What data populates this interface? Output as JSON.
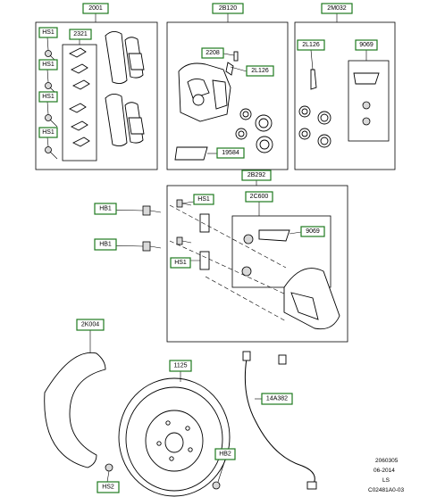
{
  "callouts": {
    "c2001": "2001",
    "c2b120": "2B120",
    "c2m032": "2M032",
    "c_hs1_a": "HS1",
    "c2321": "2321",
    "c_hs1_b": "HS1",
    "c_hs1_c": "HS1",
    "c_hs1_d": "HS1",
    "c2208": "2208",
    "c2l126_a": "2L126",
    "c19584": "19584",
    "c2l126_b": "2L126",
    "c9069_a": "9069",
    "c2b292": "2B292",
    "c2c600": "2C600",
    "c_hs1_e": "HS1",
    "c_hb1_a": "HB1",
    "c_hb1_b": "HB1",
    "c9069_b": "9069",
    "c_hs1_f": "HS1",
    "c2k004": "2K004",
    "c1125": "1125",
    "c14a382": "14A382",
    "c_hb2": "HB2",
    "c_hs2": "HS2"
  },
  "reference": {
    "line1": "2060305",
    "line2": "06-2014",
    "line3": "LS",
    "line4": "C02481A0-03"
  },
  "colors": {
    "callout_border": "#1e7a1e",
    "line": "#000000"
  }
}
